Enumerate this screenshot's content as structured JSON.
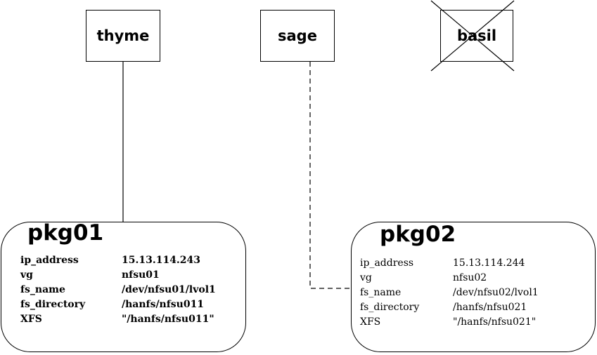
{
  "nodes": {
    "thyme": "thyme",
    "sage": "sage",
    "basil": "basil"
  },
  "packages": [
    {
      "title": "pkg01",
      "rows": [
        {
          "key": "ip_address",
          "value": "15.13.114.243"
        },
        {
          "key": "vg",
          "value": "nfsu01"
        },
        {
          "key": "fs_name",
          "value": "/dev/nfsu01/lvol1"
        },
        {
          "key": "fs_directory",
          "value": "/hanfs/nfsu011"
        },
        {
          "key": "XFS",
          "value": "\"/hanfs/nfsu011\""
        }
      ]
    },
    {
      "title": "pkg02",
      "rows": [
        {
          "key": "ip_address",
          "value": "15.13.114.244"
        },
        {
          "key": "vg",
          "value": "nfsu02"
        },
        {
          "key": "fs_name",
          "value": "/dev/nfsu02/lvol1"
        },
        {
          "key": "fs_directory",
          "value": "/hanfs/nfsu021"
        },
        {
          "key": "XFS",
          "value": "\"/hanfs/nfsu021\""
        }
      ]
    }
  ]
}
